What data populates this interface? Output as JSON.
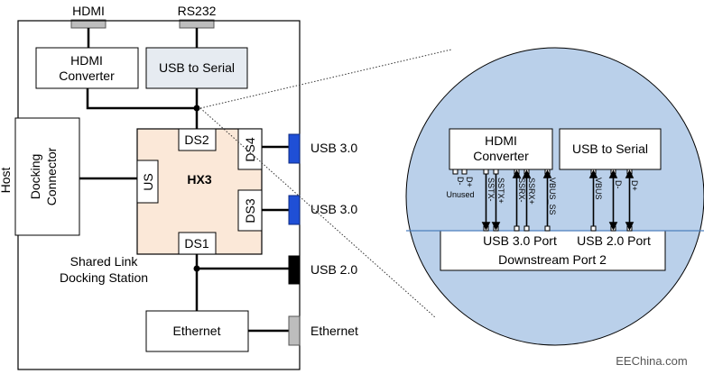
{
  "host": {
    "label": "Host",
    "top_connectors": {
      "hdmi": "HDMI",
      "rs232": "RS232"
    },
    "hdmi_converter": [
      "HDMI",
      "Converter"
    ],
    "usb_to_serial": "USB to Serial",
    "docking_connector": [
      "Docking",
      "Connector"
    ],
    "hx3": {
      "title": "HX3",
      "us": "US",
      "ds1": "DS1",
      "ds2": "DS2",
      "ds3": "DS3",
      "ds4": "DS4"
    },
    "station": [
      "Shared Link",
      "Docking Station"
    ],
    "ethernet_box": "Ethernet"
  },
  "ports": {
    "usb30_a": "USB 3.0",
    "usb30_b": "USB 3.0",
    "usb20": "USB 2.0",
    "ethernet": "Ethernet"
  },
  "zoom": {
    "hdmi_converter": [
      "HDMI",
      "Converter"
    ],
    "usb_to_serial": "USB to Serial",
    "pins": [
      "D-",
      "D+",
      "Unused",
      "SSTX-",
      "SSTX+",
      "SSRX-",
      "SSRX+",
      "VBUS_SS",
      "VBUS",
      "D-",
      "D+"
    ],
    "usb30_port": "USB 3.0 Port",
    "usb20_port": "USB 2.0 Port",
    "downstream": "Downstream Port 2"
  },
  "watermark": "EEChina.com",
  "colors": {
    "hx3_fill": "#fbe8d8",
    "serial_fill": "#e6ebf1",
    "zoom_fill": "#bad0ea",
    "usb_port": "#1f4fd6",
    "usb20_port": "#000000",
    "gray_connector": "#bdbdbd"
  }
}
